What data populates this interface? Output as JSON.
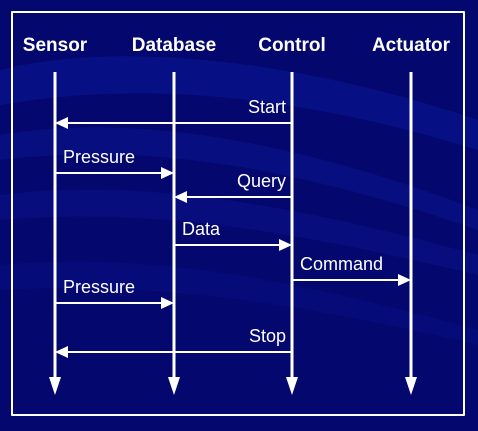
{
  "diagram": {
    "colors": {
      "background": "#04086e",
      "foreground": "#ffffff",
      "swoosh": "#0a1596"
    },
    "lifelines": [
      {
        "id": "sensor",
        "label": "Sensor"
      },
      {
        "id": "database",
        "label": "Database"
      },
      {
        "id": "control",
        "label": "Control"
      },
      {
        "id": "actuator",
        "label": "Actuator"
      }
    ],
    "messages": [
      {
        "from": "control",
        "to": "sensor",
        "label": "Start"
      },
      {
        "from": "sensor",
        "to": "database",
        "label": "Pressure"
      },
      {
        "from": "control",
        "to": "database",
        "label": "Query"
      },
      {
        "from": "database",
        "to": "control",
        "label": "Data"
      },
      {
        "from": "control",
        "to": "actuator",
        "label": "Command"
      },
      {
        "from": "sensor",
        "to": "database",
        "label": "Pressure"
      },
      {
        "from": "control",
        "to": "sensor",
        "label": "Stop"
      }
    ]
  }
}
